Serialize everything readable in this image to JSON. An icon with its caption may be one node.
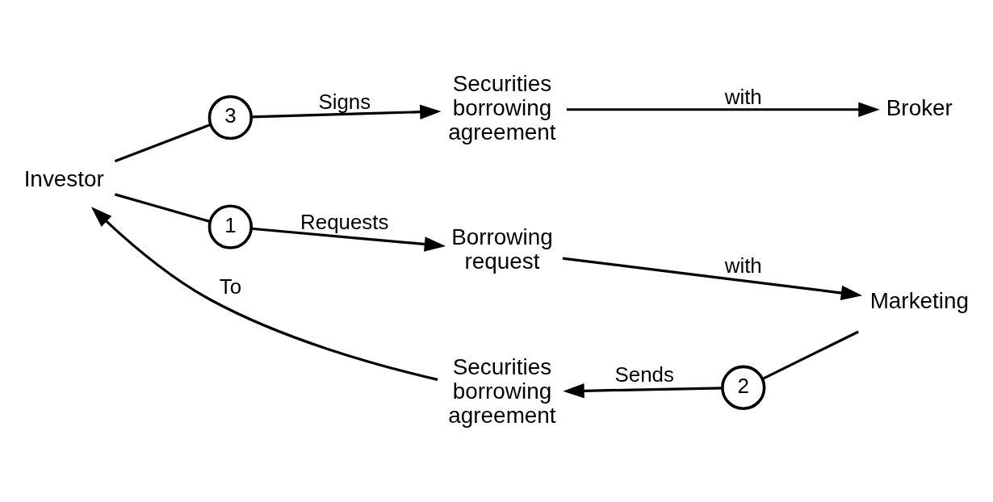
{
  "diagram": {
    "nodes": [
      {
        "text": [
          "Borrowing request"
        ]
      },
      {
        "text": [
          "Investor"
        ]
      },
      {
        "text": [
          "1"
        ]
      },
      {
        "text": [
          "Marketing"
        ]
      },
      {
        "text": [
          "2"
        ]
      },
      {
        "text": [
          "Securities borrowing agreement"
        ]
      },
      {
        "text": [
          "3"
        ]
      },
      {
        "text": [
          "Broker"
        ]
      },
      {
        "text": [
          "Securities borrowing agreement"
        ]
      }
    ],
    "edges": [
      {
        "from": 1,
        "to": 2,
        "arrow": "none"
      },
      {
        "from": 2,
        "to": 0,
        "label": "Requests",
        "arrow": "to"
      },
      {
        "from": 0,
        "to": 3,
        "label": "with",
        "arrow": "to"
      },
      {
        "from": 4,
        "to": 3,
        "arrow": "none"
      },
      {
        "from": 4,
        "to": 5,
        "label": "Sends",
        "arrow": "to"
      },
      {
        "from": 5,
        "to": 1,
        "label": "To",
        "arrow": "to"
      },
      {
        "from": 1,
        "to": 6,
        "arrow": "none"
      },
      {
        "from": 6,
        "to": 8,
        "label": "Signs",
        "arrow": "to"
      },
      {
        "from": 8,
        "to": 7,
        "label": "with",
        "arrow": "to"
      }
    ]
  }
}
